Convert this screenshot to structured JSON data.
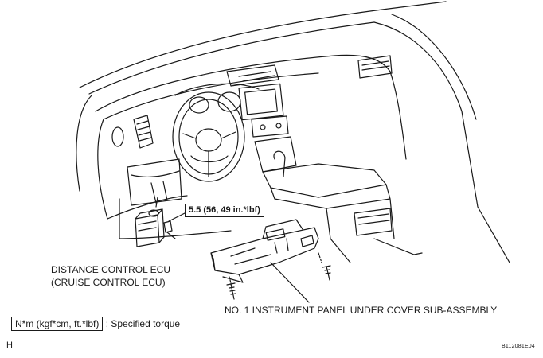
{
  "torque_spec": "5.5 (56, 49 in.*lbf)",
  "labels": {
    "ecu_line1": "DISTANCE CONTROL ECU",
    "ecu_line2": "(CRUISE CONTROL ECU)",
    "under_cover": "NO. 1 INSTRUMENT PANEL UNDER COVER SUB-ASSEMBLY"
  },
  "legend": {
    "unit_box": "N*m (kgf*cm, ft.*lbf)",
    "description": ": Specified torque"
  },
  "corner_letter": "H",
  "figure_id": "B112081E04",
  "colors": {
    "line": "#1a1a1a",
    "background": "#ffffff"
  }
}
